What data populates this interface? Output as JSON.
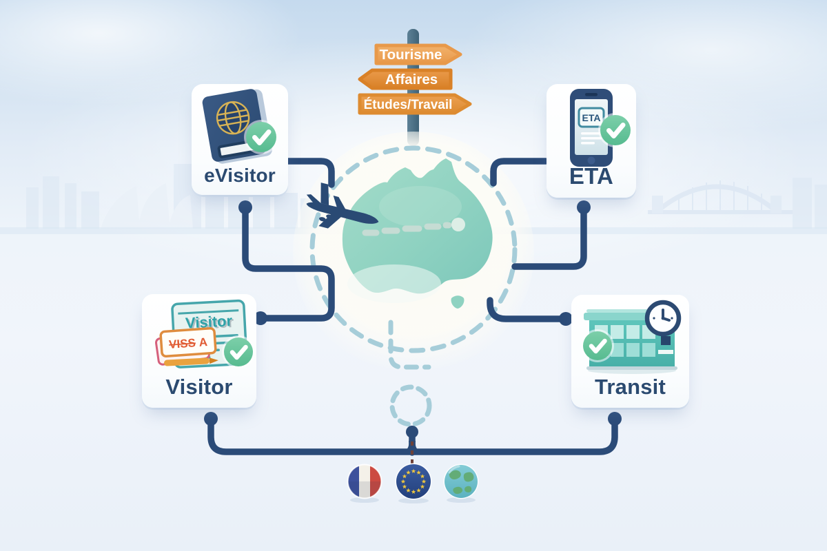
{
  "signpost": {
    "signs": [
      {
        "label": "Tourisme",
        "direction": "right",
        "color": "#eca75d"
      },
      {
        "label": "Affaires",
        "direction": "left",
        "color": "#e08a35"
      },
      {
        "label": "Études/Travail",
        "direction": "right",
        "color": "#e3953f"
      }
    ],
    "pole_color": "#4e6f86"
  },
  "cards": {
    "evisitor": {
      "label": "eVisitor",
      "icon": "passport-with-check"
    },
    "eta": {
      "label": "ETA",
      "icon": "smartphone-with-check",
      "screen_badge": "ETA"
    },
    "visitor": {
      "label": "Visitor",
      "icon": "visa-documents-with-check",
      "document_title": "Visitor",
      "stamp_struck": "VISS",
      "stamp_rest": "A"
    },
    "transit": {
      "label": "Transit",
      "icon": "airport-terminal-with-clock-and-check"
    }
  },
  "center": {
    "map": "australia-silhouette",
    "overlay": "dashed-question-mark-circle",
    "flight_path": "dashed-plane-route"
  },
  "flags": [
    {
      "name": "france-flag"
    },
    {
      "name": "european-union-flag"
    },
    {
      "name": "world-globe"
    }
  ],
  "colors": {
    "connector_navy": "#2b4b78",
    "accent_green": "#6cc5a0",
    "map_teal": "#8fd2c1",
    "dashed_circle": "#a6cdd9",
    "label_navy": "#2b4a70",
    "sign_orange": "#e08a35"
  }
}
